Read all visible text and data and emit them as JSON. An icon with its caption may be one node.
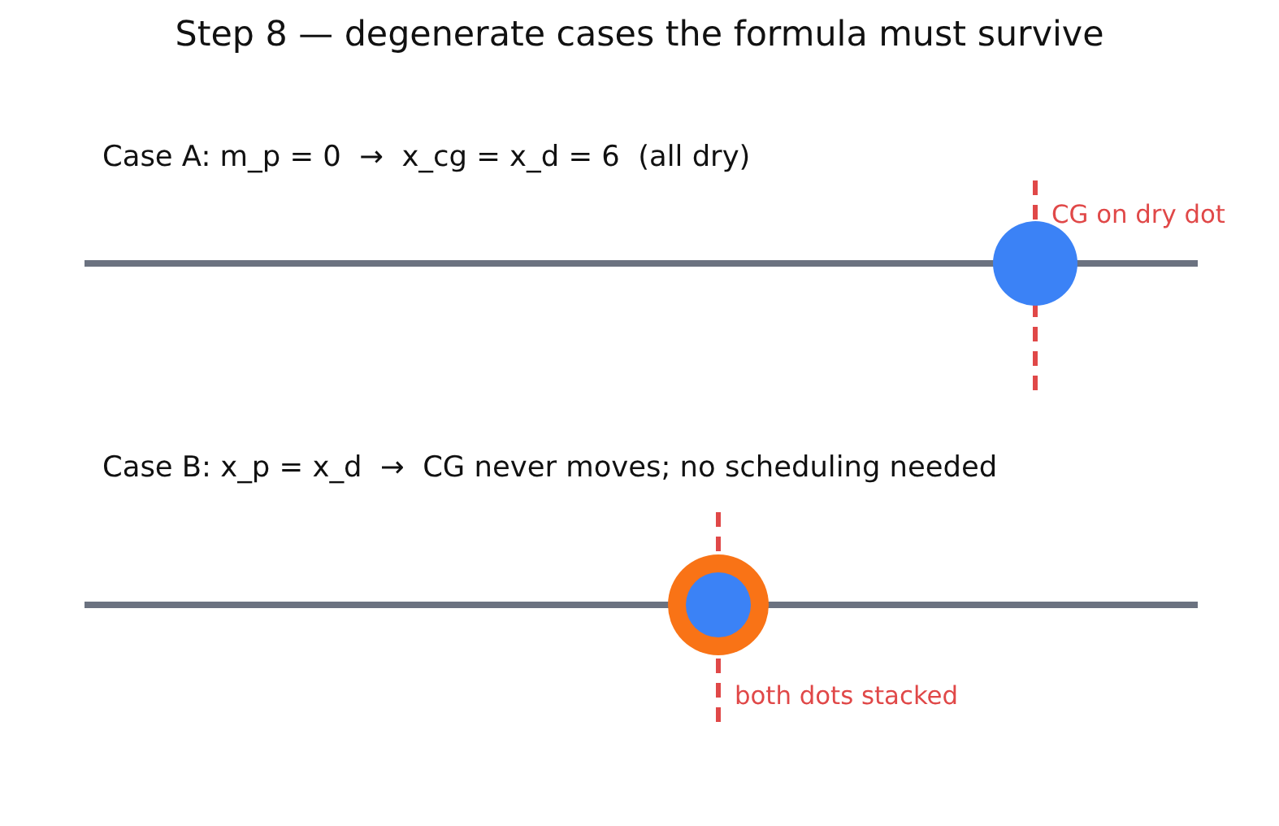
{
  "diagram": {
    "title": "Step 8 — degenerate cases the formula must survive",
    "labels": [
      "Case A: m_p = 0  →  x_cg = x_d = 6  (all dry)",
      "CG on dry dot",
      "Case B: x_p = x_d  →  CG never moves; no scheduling needed",
      "both dots stacked"
    ]
  }
}
